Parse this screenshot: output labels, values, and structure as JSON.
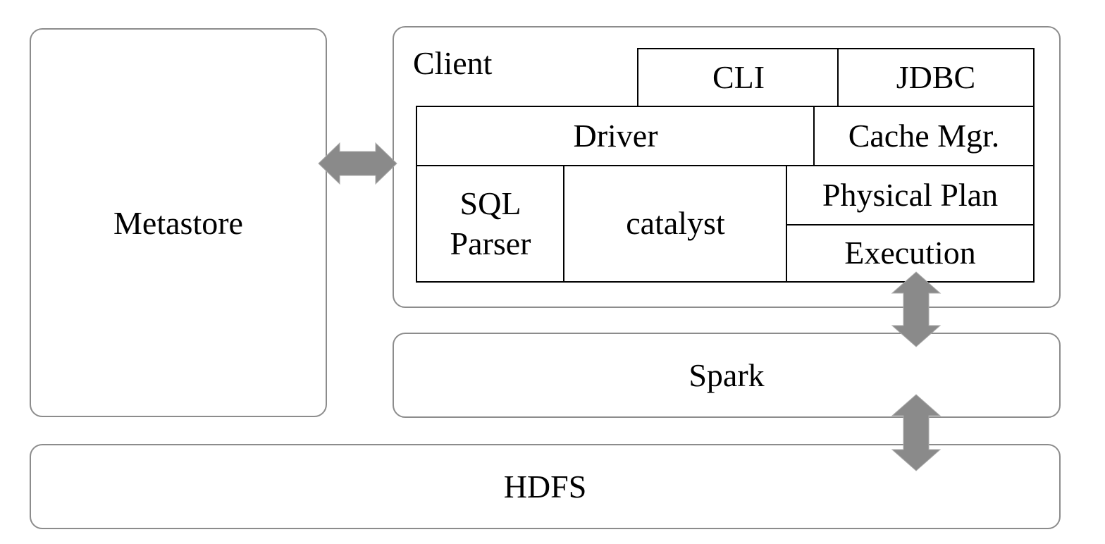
{
  "diagram": {
    "metastore": {
      "label": "Metastore"
    },
    "client": {
      "label": "Client",
      "boxes": {
        "cli": "CLI",
        "jdbc": "JDBC",
        "driver": "Driver",
        "cache_mgr": "Cache Mgr.",
        "sql_parser": "SQL Parser",
        "catalyst": "catalyst",
        "physical_plan": "Physical Plan",
        "execution": "Execution"
      }
    },
    "spark": {
      "label": "Spark"
    },
    "hdfs": {
      "label": "HDFS"
    },
    "arrows": [
      {
        "name": "metastore-client-arrow",
        "type": "double-headed-horizontal"
      },
      {
        "name": "execution-spark-arrow",
        "type": "double-headed-vertical"
      },
      {
        "name": "spark-hdfs-arrow",
        "type": "double-headed-vertical"
      }
    ],
    "colors": {
      "background": "#ffffff",
      "container_border": "#8c8c8c",
      "box_border": "#000000",
      "arrow": "#8a8a8a",
      "text": "#000000"
    }
  }
}
